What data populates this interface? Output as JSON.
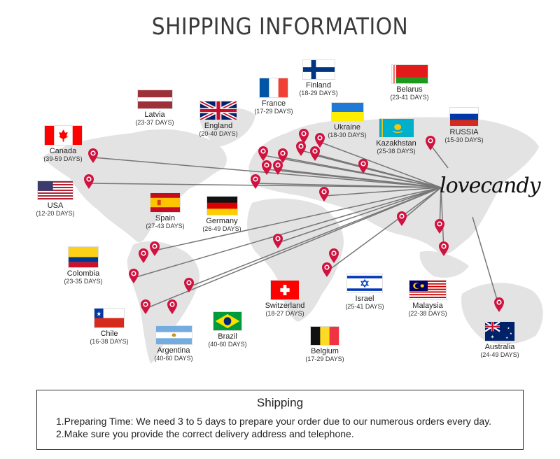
{
  "title": "SHIPPING INFORMATION",
  "brand": "lovecandy",
  "countries": [
    {
      "name": "Latvia",
      "days": "(23-37 DAYS)",
      "flag": "latvia"
    },
    {
      "name": "England",
      "days": "(20-40 DAYS)",
      "flag": "uk"
    },
    {
      "name": "France",
      "days": "(17-29 DAYS)",
      "flag": "france"
    },
    {
      "name": "Finland",
      "days": "(18-29 DAYS)",
      "flag": "finland"
    },
    {
      "name": "Belarus",
      "days": "(23-41 DAYS)",
      "flag": "belarus"
    },
    {
      "name": "Ukraine",
      "days": "(18-30 DAYS)",
      "flag": "ukraine"
    },
    {
      "name": "Kazakhstan",
      "days": "(25-38 DAYS)",
      "flag": "kazakhstan"
    },
    {
      "name": "RUSSIA",
      "days": "(15-30 DAYS)",
      "flag": "russia"
    },
    {
      "name": "Canada",
      "days": "(39-59 DAYS)",
      "flag": "canada"
    },
    {
      "name": "USA",
      "days": "(12-20 DAYS)",
      "flag": "usa"
    },
    {
      "name": "Spain",
      "days": "(27-43 DAYS)",
      "flag": "spain"
    },
    {
      "name": "Germany",
      "days": "(26-49 DAYS)",
      "flag": "germany"
    },
    {
      "name": "Colombia",
      "days": "(23-35 DAYS)",
      "flag": "colombia"
    },
    {
      "name": "Chile",
      "days": "(16-38 DAYS)",
      "flag": "chile"
    },
    {
      "name": "Argentina",
      "days": "(40-60 DAYS)",
      "flag": "argentina"
    },
    {
      "name": "Brazil",
      "days": "(40-60 DAYS)",
      "flag": "brazil"
    },
    {
      "name": "Switzerland",
      "days": "(18-27 DAYS)",
      "flag": "switzerland"
    },
    {
      "name": "Belgium",
      "days": "(17-29 DAYS)",
      "flag": "belgium"
    },
    {
      "name": "Israel",
      "days": "(25-41 DAYS)",
      "flag": "israel"
    },
    {
      "name": "Malaysia",
      "days": "(22-38 DAYS)",
      "flag": "malaysia"
    },
    {
      "name": "Australia",
      "days": "(24-49 DAYS)",
      "flag": "australia"
    }
  ],
  "shipping_box": {
    "title": "Shipping",
    "lines": [
      "1.Preparing Time: We need 3 to 5 days to prepare your order due to our numerous orders every day.",
      "2.Make sure you provide the correct delivery address and telephone."
    ]
  },
  "colors": {
    "pin": "#d0123f",
    "map": "#e3e3e3",
    "route": "#777777"
  }
}
